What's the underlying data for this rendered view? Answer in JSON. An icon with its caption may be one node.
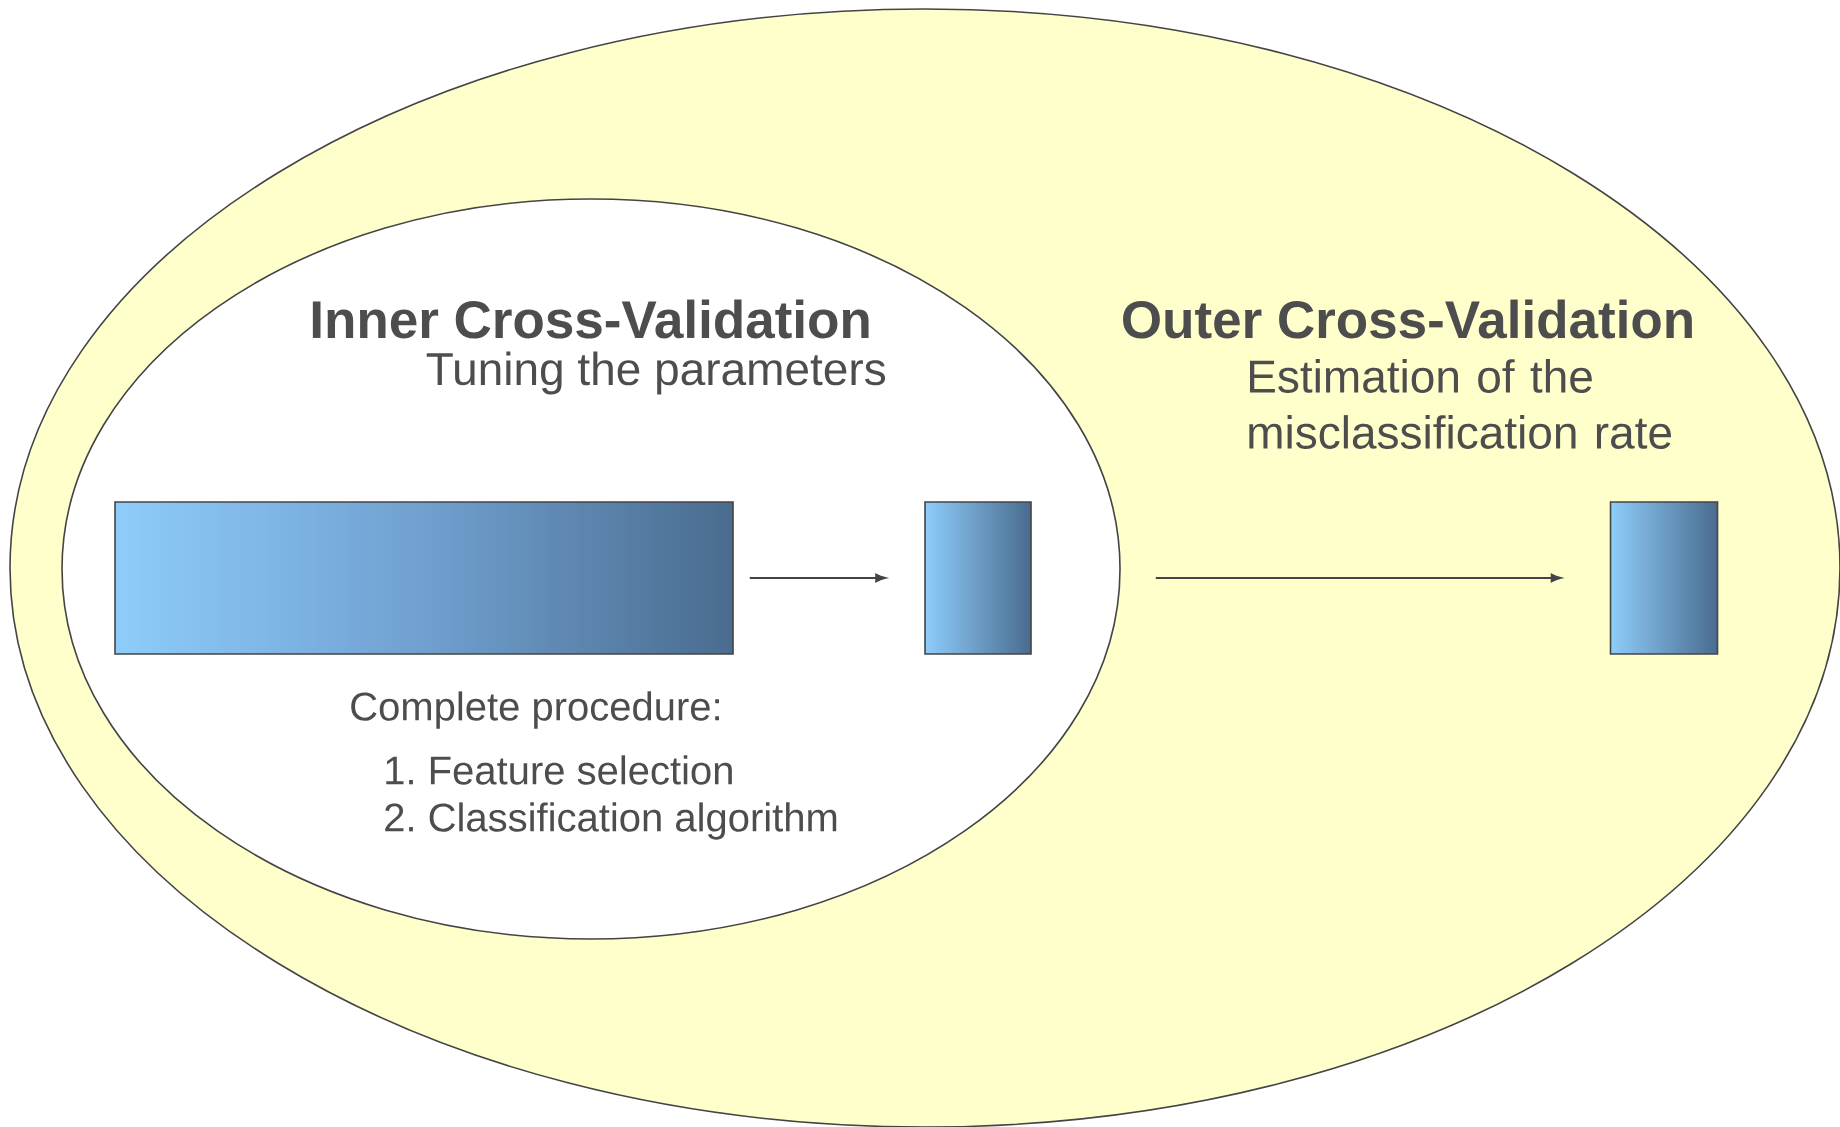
{
  "diagram": {
    "nodes": [
      {
        "text": [
          "Outer Cross-Validation",
          "Estimation of the misclassification rate"
        ]
      },
      {
        "text": [
          "Inner Cross-Validation",
          "Tuning the parameters"
        ],
        "in": 0
      },
      {
        "text": [],
        "shape": "bar",
        "in": 1,
        "beside": [
          "Complete procedure:",
          "1. Feature selection",
          "2. Classification algorithm"
        ]
      },
      {
        "text": [],
        "shape": "box",
        "in": 1
      },
      {
        "text": [],
        "shape": "box",
        "in": 0
      }
    ],
    "edges": [
      {
        "from": 2,
        "to": 3,
        "arrow": "to"
      },
      {
        "from": 1,
        "to": 4,
        "arrow": "to"
      }
    ]
  }
}
